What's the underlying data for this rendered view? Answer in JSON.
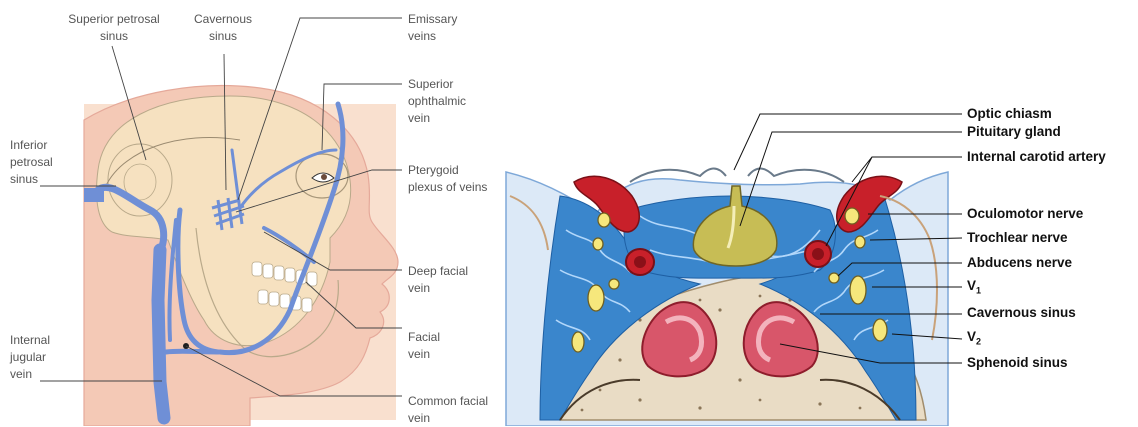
{
  "left_panel": {
    "labels": {
      "superior_petrosal": "Superior petrosal\nsinus",
      "cavernous": "Cavernous\nsinus",
      "emissary": "Emissary\nveins",
      "superior_ophthalmic": "Superior\nophthalmic\nvein",
      "inferior_petrosal": "Inferior\npetrosal\nsinus",
      "pterygoid": "Pterygoid\nplexus of veins",
      "deep_facial": "Deep facial\nvein",
      "facial": "Facial\nvein",
      "internal_jugular": "Internal\njugular\nvein",
      "common_facial": "Common facial\nvein"
    }
  },
  "right_panel": {
    "labels": {
      "optic_chiasm": "Optic chiasm",
      "pituitary_gland": "Pituitary gland",
      "internal_carotid": "Internal carotid artery",
      "oculomotor": "Oculomotor nerve",
      "trochlear": "Trochlear nerve",
      "abducens": "Abducens nerve",
      "v1_main": "V",
      "v1_sub": "1",
      "cavernous_sinus": "Cavernous sinus",
      "v2_main": "V",
      "v2_sub": "2",
      "sphenoid_sinus": "Sphenoid sinus"
    }
  },
  "colors": {
    "vein_blue": "#6f8fd6",
    "skin_tone": "#f7dcc8",
    "artery_red": "#c8202a",
    "gland_olive": "#c7bd55",
    "sinus_blue": "#3a86cc",
    "bone_tan": "#e9dcc5"
  }
}
